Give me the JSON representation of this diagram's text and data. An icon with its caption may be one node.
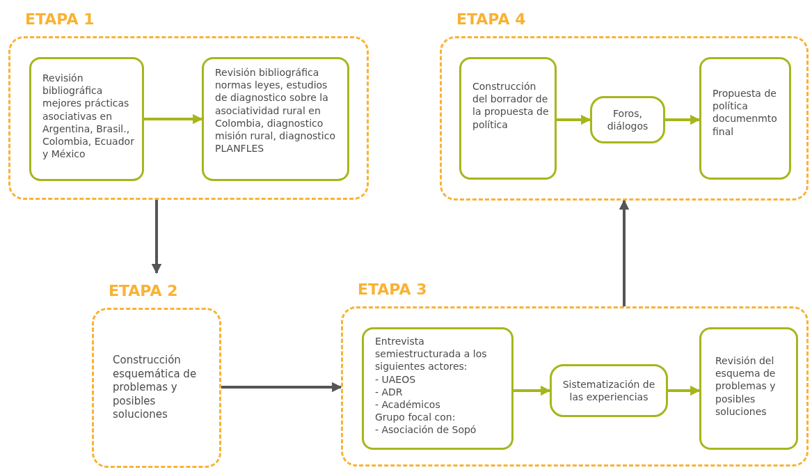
{
  "diagram": {
    "nodes": [
      {
        "text": [
          "ETAPA 1"
        ]
      },
      {
        "text": [
          "Revisión bibliográfica mejores prácticas asociativas en Argentina, Brasil., Colombia, Ecuador y México"
        ],
        "in": 0
      },
      {
        "text": [
          "Revisión bibliográfica normas leyes, estudios de diagnostico sobre la asociatividad rural en Colombia, diagnostico misión rural, diagnostico PLANFLES"
        ],
        "in": 0
      },
      {
        "text": [
          "ETAPA 4"
        ]
      },
      {
        "text": [
          "Construcción del borrador de la propuesta de política"
        ],
        "in": 3
      },
      {
        "text": [
          "Foros, diálogos"
        ],
        "in": 3
      },
      {
        "text": [
          "Propuesta de política documenmto final"
        ],
        "in": 3
      },
      {
        "text": [
          "ETAPA 2",
          "Construcción esquemática de problemas y posibles soluciones"
        ]
      },
      {
        "text": [
          "ETAPA 3"
        ]
      },
      {
        "text": [
          "Entrevista semiestructurada a los siguientes actores:",
          "- UAEOS",
          "- ADR",
          "- Académicos",
          "Grupo focal con:",
          "- Asociación de Sopó"
        ],
        "in": 8
      },
      {
        "text": [
          "Sistematización de las experiencias"
        ],
        "in": 8
      },
      {
        "text": [
          "Revisión del esquema de problemas y posibles soluciones"
        ],
        "in": 8
      }
    ],
    "edges": [
      {
        "from": 1,
        "to": 2,
        "arrow": "to"
      },
      {
        "from": 0,
        "to": 7,
        "arrow": "to",
        "color": "#555555"
      },
      {
        "from": 7,
        "to": 8,
        "arrow": "to",
        "color": "#555555"
      },
      {
        "from": 9,
        "to": 10,
        "arrow": "to"
      },
      {
        "from": 10,
        "to": 11,
        "arrow": "to"
      },
      {
        "from": 8,
        "to": 3,
        "arrow": "to",
        "color": "#555555"
      },
      {
        "from": 4,
        "to": 5,
        "arrow": "to"
      },
      {
        "from": 5,
        "to": 6,
        "arrow": "to"
      }
    ]
  }
}
